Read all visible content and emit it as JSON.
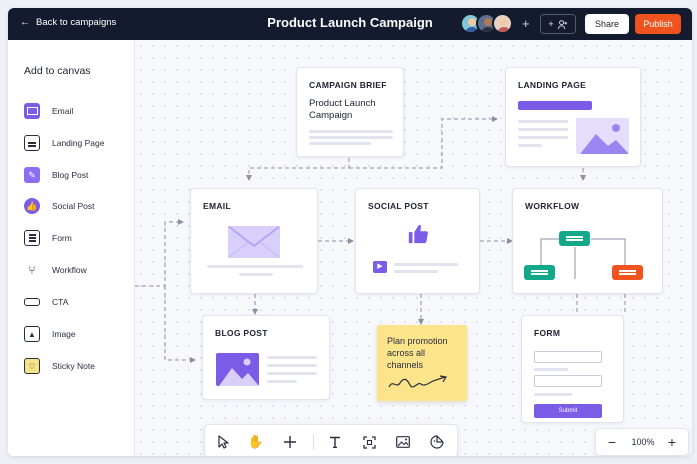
{
  "topbar": {
    "back_label": "Back to campaigns",
    "title": "Product Launch Campaign",
    "share_label": "Share",
    "publish_label": "Publish",
    "invite_icon": "person-add-icon",
    "add_icon": "plus-icon"
  },
  "sidebar": {
    "heading": "Add to canvas",
    "items": [
      {
        "label": "Email",
        "icon": "email-icon"
      },
      {
        "label": "Landing Page",
        "icon": "landing-page-icon"
      },
      {
        "label": "Blog Post",
        "icon": "blog-post-icon"
      },
      {
        "label": "Social Post",
        "icon": "thumbs-up-icon"
      },
      {
        "label": "Form",
        "icon": "form-icon"
      },
      {
        "label": "Workflow",
        "icon": "workflow-icon"
      },
      {
        "label": "CTA",
        "icon": "cta-icon"
      },
      {
        "label": "Image",
        "icon": "image-icon"
      },
      {
        "label": "Sticky Note",
        "icon": "sticky-note-icon"
      }
    ]
  },
  "canvas": {
    "brief": {
      "title": "CAMPAIGN BRIEF",
      "body": "Product Launch Campaign"
    },
    "landing": {
      "title": "LANDING PAGE"
    },
    "email": {
      "title": "EMAIL"
    },
    "social": {
      "title": "SOCIAL POST"
    },
    "workflow": {
      "title": "WORKFLOW"
    },
    "blog": {
      "title": "BLOG POST"
    },
    "sticky": {
      "text": "Plan promotion across all channels"
    },
    "form": {
      "title": "FORM",
      "submit_label": "Submit"
    }
  },
  "toolbar": {
    "tools": [
      "select-icon",
      "hand-icon",
      "plus-icon",
      "text-icon",
      "frame-icon",
      "image-icon",
      "sticker-icon"
    ]
  },
  "zoom": {
    "value": "100%"
  },
  "colors": {
    "accent": "#7b5ce6",
    "publish": "#f0531e",
    "topbar": "#151b2e",
    "sticky": "#fbe48a",
    "wf_green": "#12a98a",
    "wf_orange": "#f0531e"
  }
}
